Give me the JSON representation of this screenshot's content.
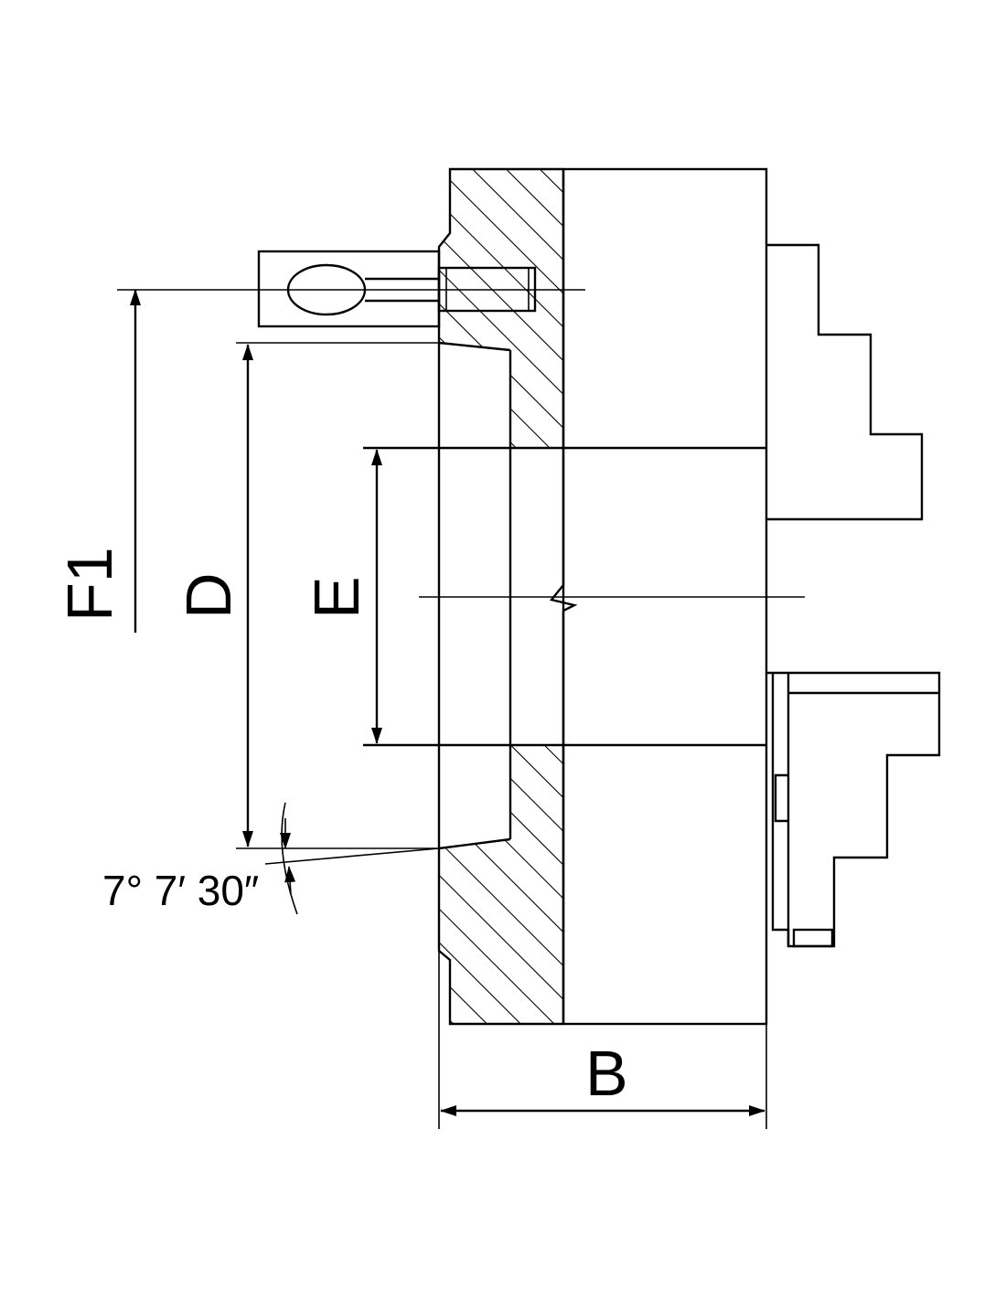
{
  "labels": {
    "f1": "F1",
    "d": "D",
    "e": "E",
    "b": "B",
    "angle": "7° 7′ 30″"
  },
  "colors": {
    "line": "#000000",
    "background": "#ffffff"
  }
}
